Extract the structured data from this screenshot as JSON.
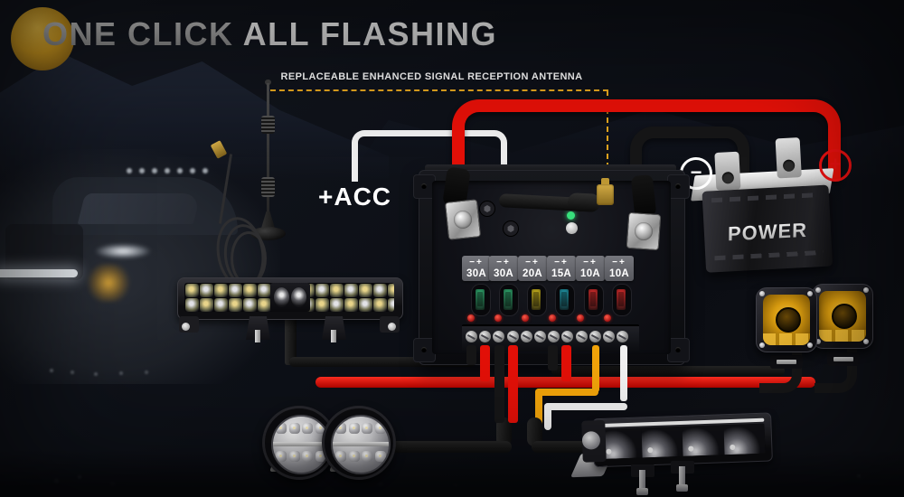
{
  "header": {
    "title_part1": "ONE CLICK ",
    "title_part2": "ALL FLASHING"
  },
  "antenna_callout": {
    "label": "REPLACEABLE ENHANCED SIGNAL RECEPTION ANTENNA",
    "line_color": "#e0a31e"
  },
  "acc": {
    "label": "+ACC"
  },
  "battery": {
    "brand": "POWER",
    "negative_symbol": "−",
    "positive_symbol": "+"
  },
  "controller": {
    "status_led_color": "#38e07c",
    "indicator_color": "#e02222",
    "indicator_count": 6,
    "terminal_screw_count": 12,
    "fuses": [
      {
        "polarity": "−+",
        "amps": "30A",
        "color": "#2fa36b"
      },
      {
        "polarity": "−+",
        "amps": "30A",
        "color": "#2fa36b"
      },
      {
        "polarity": "−+",
        "amps": "20A",
        "color": "#c7b11d"
      },
      {
        "polarity": "−+",
        "amps": "15A",
        "color": "#1f93a3"
      },
      {
        "polarity": "−+",
        "amps": "10A",
        "color": "#cf2b2b"
      },
      {
        "polarity": "−+",
        "amps": "10A",
        "color": "#cf2b2b"
      }
    ]
  },
  "wires": {
    "power_red": "#e31008",
    "ground_black": "#161617",
    "aux_yellow": "#f2a40a",
    "aux_white": "#f2f2f2",
    "acc_white": "#ececec"
  }
}
